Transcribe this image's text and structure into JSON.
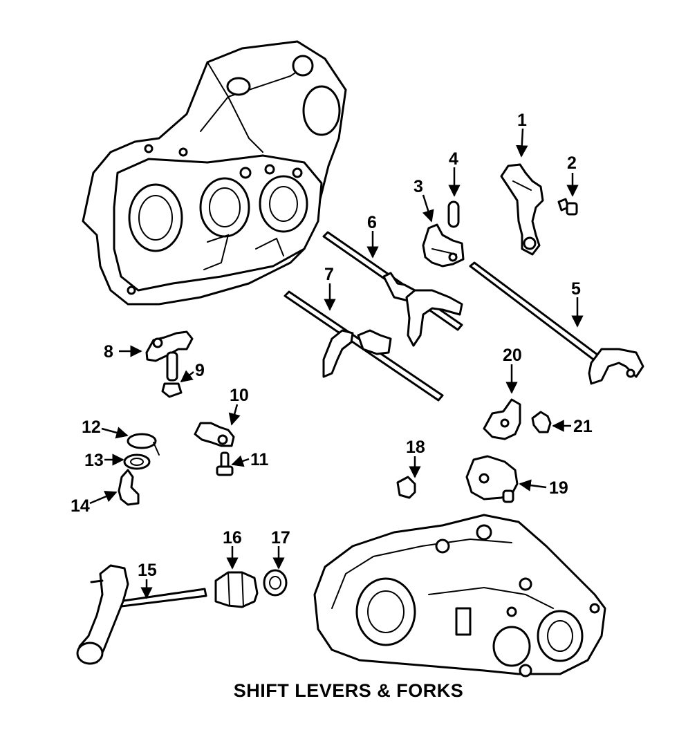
{
  "caption": "SHIFT LEVERS & FORKS",
  "callouts": [
    {
      "id": "1",
      "label": "1"
    },
    {
      "id": "2",
      "label": "2"
    },
    {
      "id": "3",
      "label": "3"
    },
    {
      "id": "4",
      "label": "4"
    },
    {
      "id": "5",
      "label": "5"
    },
    {
      "id": "6",
      "label": "6"
    },
    {
      "id": "7",
      "label": "7"
    },
    {
      "id": "8",
      "label": "8"
    },
    {
      "id": "9",
      "label": "9"
    },
    {
      "id": "10",
      "label": "10"
    },
    {
      "id": "11",
      "label": "11"
    },
    {
      "id": "12",
      "label": "12"
    },
    {
      "id": "13",
      "label": "13"
    },
    {
      "id": "14",
      "label": "14"
    },
    {
      "id": "15",
      "label": "15"
    },
    {
      "id": "16",
      "label": "16"
    },
    {
      "id": "17",
      "label": "17"
    },
    {
      "id": "18",
      "label": "18"
    },
    {
      "id": "19",
      "label": "19"
    },
    {
      "id": "20",
      "label": "20"
    },
    {
      "id": "21",
      "label": "21"
    }
  ]
}
